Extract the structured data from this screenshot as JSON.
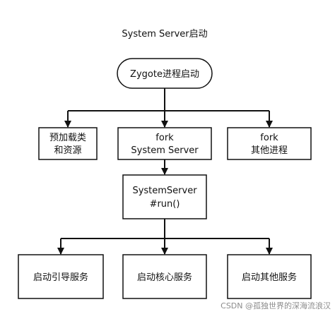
{
  "diagram": {
    "title": "System Server启动",
    "watermark": "CSDN @孤独世界的深海流浪汉",
    "colors": {
      "stroke": "#111111",
      "text": "#111111",
      "background": "#ffffff",
      "watermark": "#8c8c8c"
    },
    "nodes": {
      "zygote": {
        "lines": [
          "Zygote进程启动"
        ]
      },
      "preload": {
        "lines": [
          "预加载类",
          "和资源"
        ]
      },
      "fork_system_server": {
        "lines": [
          "fork",
          "System Server"
        ]
      },
      "fork_other": {
        "lines": [
          "fork",
          "其他进程"
        ]
      },
      "system_server_run": {
        "lines": [
          "SystemServer",
          "#run()"
        ]
      },
      "boot_services": {
        "lines": [
          "启动引导服务"
        ]
      },
      "core_services": {
        "lines": [
          "启动核心服务"
        ]
      },
      "other_services": {
        "lines": [
          "启动其他服务"
        ]
      }
    },
    "edges": [
      {
        "from": "zygote",
        "to": "preload"
      },
      {
        "from": "zygote",
        "to": "fork_system_server"
      },
      {
        "from": "zygote",
        "to": "fork_other"
      },
      {
        "from": "fork_system_server",
        "to": "system_server_run"
      },
      {
        "from": "system_server_run",
        "to": "boot_services"
      },
      {
        "from": "system_server_run",
        "to": "core_services"
      },
      {
        "from": "system_server_run",
        "to": "other_services"
      }
    ]
  }
}
